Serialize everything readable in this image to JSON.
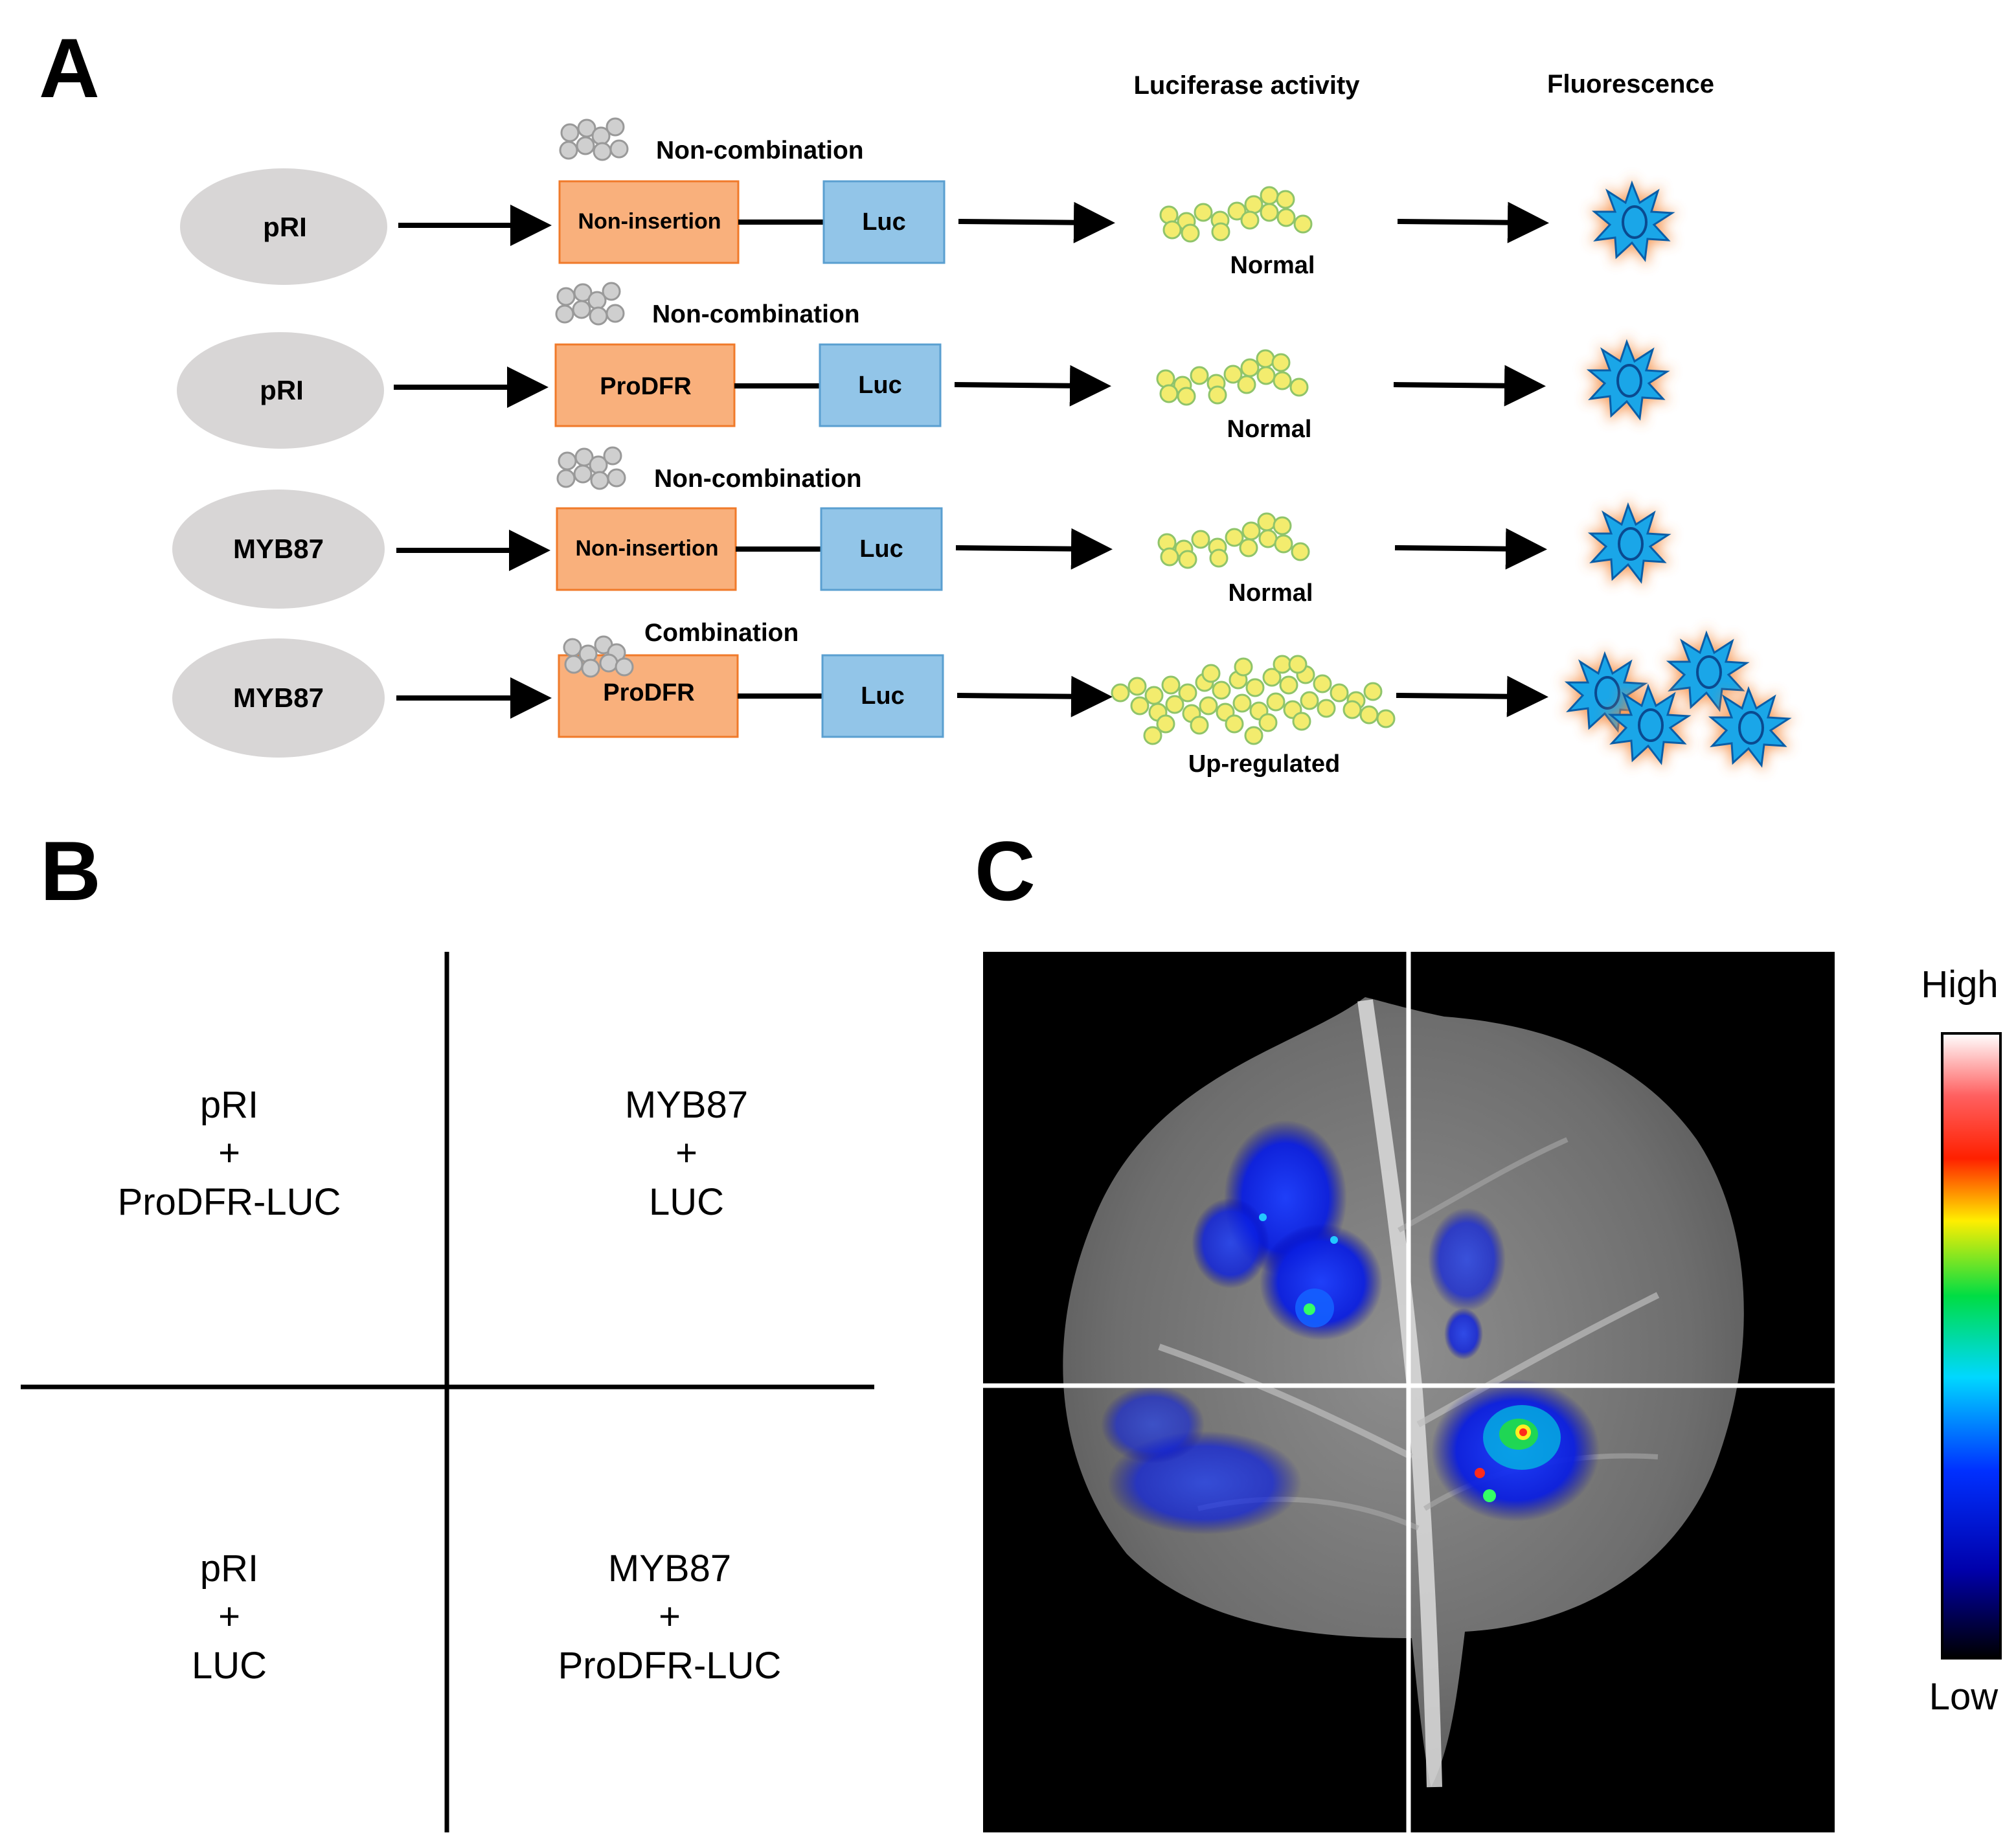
{
  "panel_a": {
    "label": "A",
    "header_luciferase": "Luciferase activity",
    "header_fluorescence": "Fluorescence",
    "rows": [
      {
        "effector": "pRI",
        "promoter": "Non-insertion",
        "reporter": "Luc",
        "binding": "Non-combination",
        "activity": "Normal"
      },
      {
        "effector": "pRI",
        "promoter": "ProDFR",
        "reporter": "Luc",
        "binding": "Non-combination",
        "activity": "Normal"
      },
      {
        "effector": "MYB87",
        "promoter": "Non-insertion",
        "reporter": "Luc",
        "binding": "Non-combination",
        "activity": "Normal"
      },
      {
        "effector": "MYB87",
        "promoter": "ProDFR",
        "reporter": "Luc",
        "binding": "Combination",
        "activity": "Up-regulated"
      }
    ]
  },
  "panel_b": {
    "label": "B",
    "quadrants": [
      {
        "line1": "pRI",
        "line2": "+",
        "line3": "ProDFR-LUC"
      },
      {
        "line1": "MYB87",
        "line2": "+",
        "line3": "LUC"
      },
      {
        "line1": "pRI",
        "line2": "+",
        "line3": "LUC"
      },
      {
        "line1": "MYB87",
        "line2": "+",
        "line3": "ProDFR-LUC"
      }
    ]
  },
  "panel_c": {
    "label": "C",
    "scale_high": "High",
    "scale_low": "Low"
  },
  "colors": {
    "effector_oval": "#d8d6d6",
    "promoter_box": "#f9b07c",
    "promoter_border": "#f07a2a",
    "luc_box": "#92c5e8",
    "luc_border": "#5a9fd0",
    "activity_dot": "#f3ec6e",
    "activity_dot_border": "#8fc46a",
    "fluorescence_star": "#1aa6e8",
    "glow": "#f58a3c"
  },
  "icons": {
    "arrow": "right-arrow-icon",
    "protein_cluster": "protein-cluster-icon",
    "luciferase_dots": "luciferase-dots-icon",
    "fluorescence_star": "fluorescence-star-icon"
  }
}
